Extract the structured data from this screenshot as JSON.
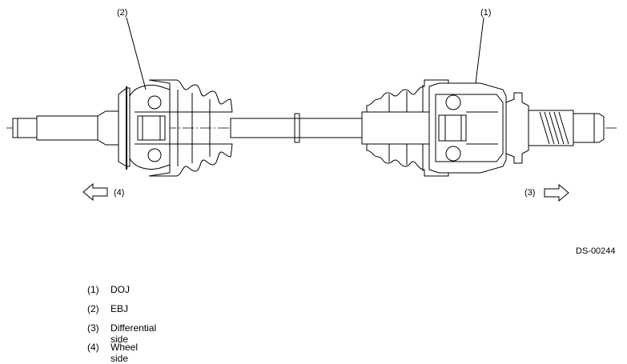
{
  "callouts": {
    "one": "(1)",
    "two": "(2)",
    "three": "(3)",
    "four": "(4)"
  },
  "figure_code": "DS-00244",
  "legend": [
    {
      "num": "(1)",
      "text": "DOJ"
    },
    {
      "num": "(2)",
      "text": "EBJ"
    },
    {
      "num": "(3)",
      "text": "Differential side"
    },
    {
      "num": "(4)",
      "text": "Wheel side"
    }
  ]
}
